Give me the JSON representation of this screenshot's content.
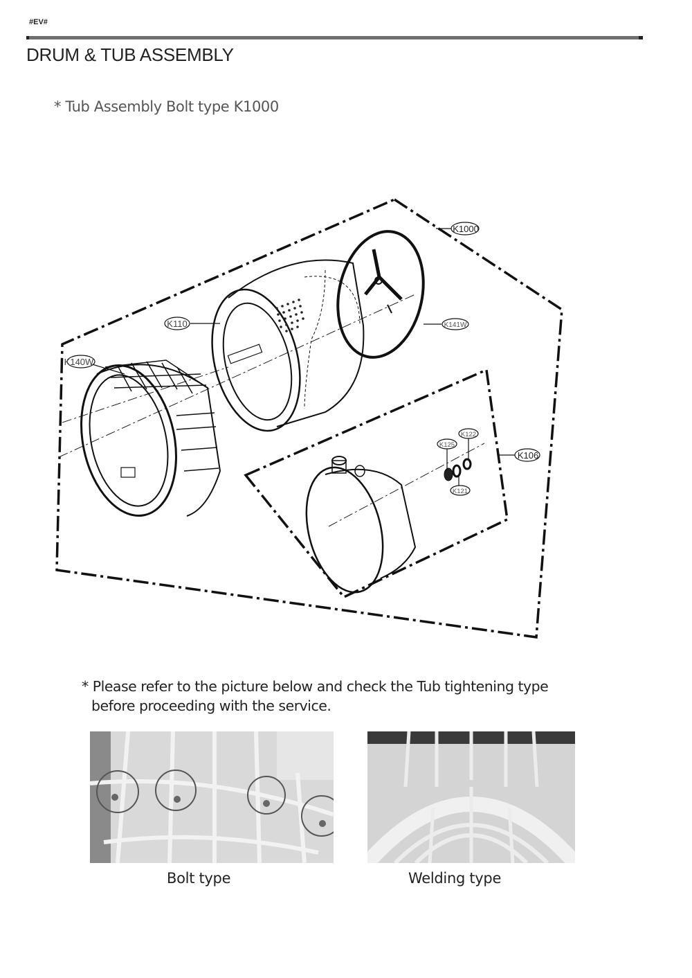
{
  "header": {
    "code": "#EV#",
    "title": "DRUM & TUB ASSEMBLY",
    "rule_color": "#6f6f6f"
  },
  "subtitle": "* Tub Assembly Bolt type K1000",
  "diagram": {
    "callouts": [
      {
        "id": "K1000",
        "label": "K1000"
      },
      {
        "id": "K110",
        "label": "K110"
      },
      {
        "id": "K141W",
        "label": "K141W"
      },
      {
        "id": "K140W",
        "label": "K140W"
      },
      {
        "id": "K106",
        "label": "K106"
      },
      {
        "id": "K125",
        "label": "K125"
      },
      {
        "id": "K122",
        "label": "K122"
      },
      {
        "id": "K121",
        "label": "K121"
      }
    ]
  },
  "note": {
    "line1": "* Please refer to the picture below and check the Tub tightening type",
    "line2": "before proceeding with the service."
  },
  "photos": [
    {
      "caption": "Bolt type"
    },
    {
      "caption": "Welding type"
    }
  ]
}
